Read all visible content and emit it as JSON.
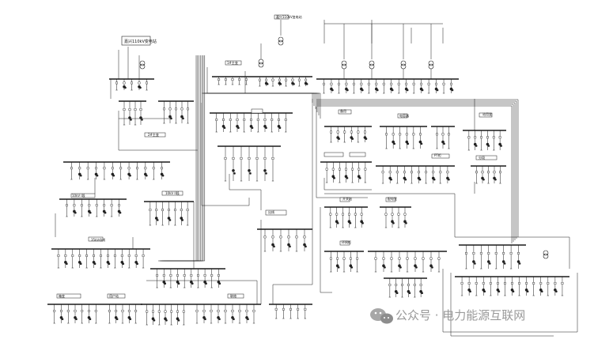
{
  "diagram": {
    "title": "嘉兴110kV变电站",
    "colors": {
      "line": "#1a1a1a",
      "accent": "#2b2b2b",
      "watermark": "#9a9a9a"
    }
  },
  "labels": [
    "嘉兴110kV变电站",
    "1#主变",
    "2#主变",
    "10kV I段",
    "10kV II段",
    "35kV母线",
    "出线",
    "备用",
    "电容器",
    "站用变",
    "PT柜",
    "分段",
    "开关站",
    "配电室",
    "环网柜",
    "箱变",
    "用户站",
    "联络"
  ],
  "watermark": {
    "icon": "wechat-icon",
    "text": "公众号 · 电力能源互联网"
  }
}
